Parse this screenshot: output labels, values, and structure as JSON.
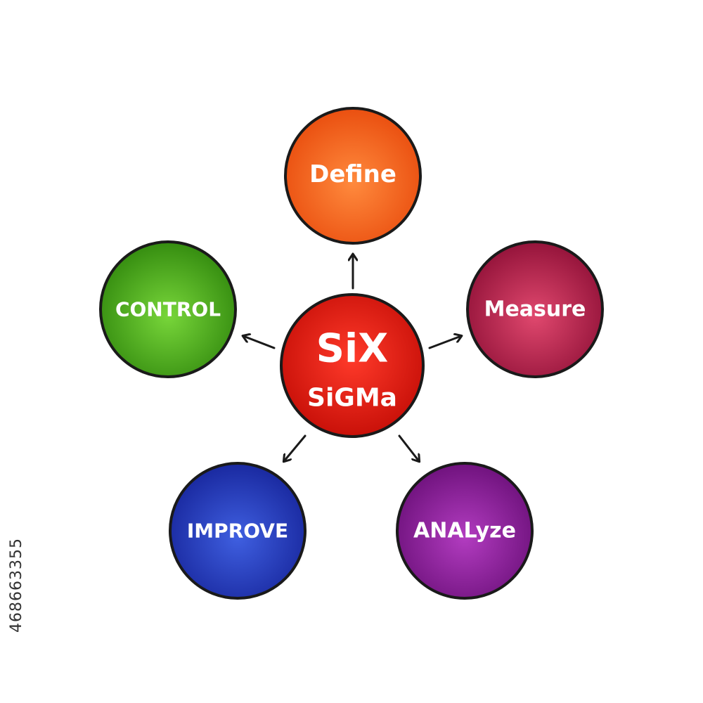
{
  "center": {
    "line1": "SiX",
    "line2": "SiGMa",
    "color": "#e3120b"
  },
  "nodes": [
    {
      "key": "define",
      "label": "Define",
      "color": "#f05a14",
      "light": "#ff8a3d"
    },
    {
      "key": "measure",
      "label": "Measure",
      "color": "#a3123f",
      "light": "#e0486e"
    },
    {
      "key": "analyze",
      "label": "ANALyze",
      "color": "#7a1388",
      "light": "#b23cc0"
    },
    {
      "key": "improve",
      "label": "IMPROVE",
      "color": "#1a2fa8",
      "light": "#3f5fe0"
    },
    {
      "key": "control",
      "label": "CONTROL",
      "color": "#3c9a12",
      "light": "#78d63a"
    }
  ],
  "image_id": "468663355"
}
